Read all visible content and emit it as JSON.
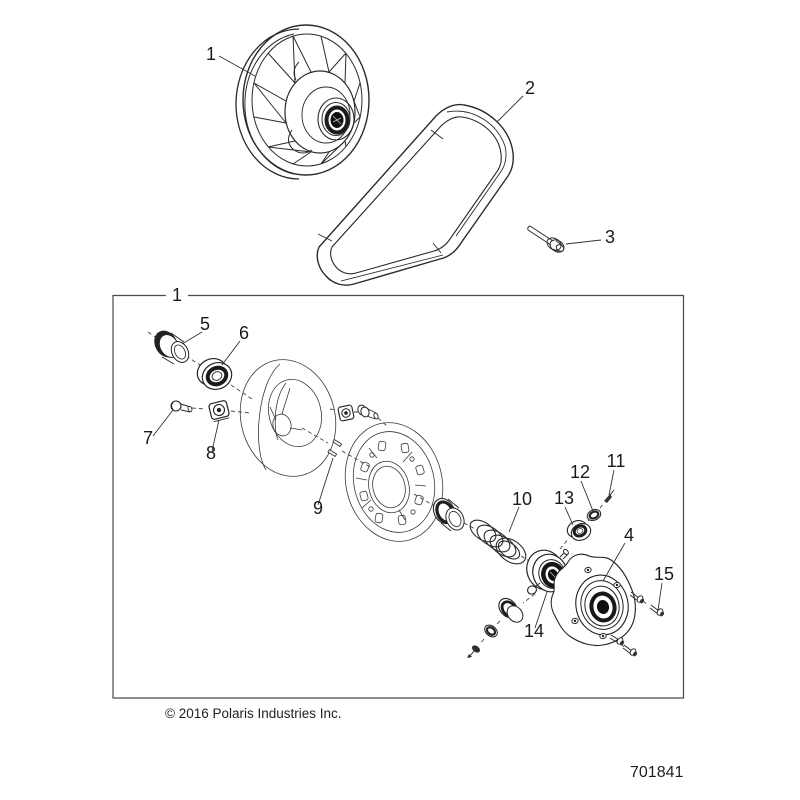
{
  "callouts": {
    "pulley_assembly": "1",
    "belt": "2",
    "bolt": "3",
    "inner_assembly": "1",
    "bushing": "5",
    "bearing": "6",
    "plug": "7",
    "nut": "8",
    "pin": "9",
    "spring": "10",
    "retainer": "11",
    "washer": "12",
    "small_bearing": "13",
    "bearing_housing": "14",
    "cover": "4",
    "screw": "15"
  },
  "footer": {
    "copyright": "© 2016 Polaris Industries Inc.",
    "drawing_number": "701841"
  }
}
